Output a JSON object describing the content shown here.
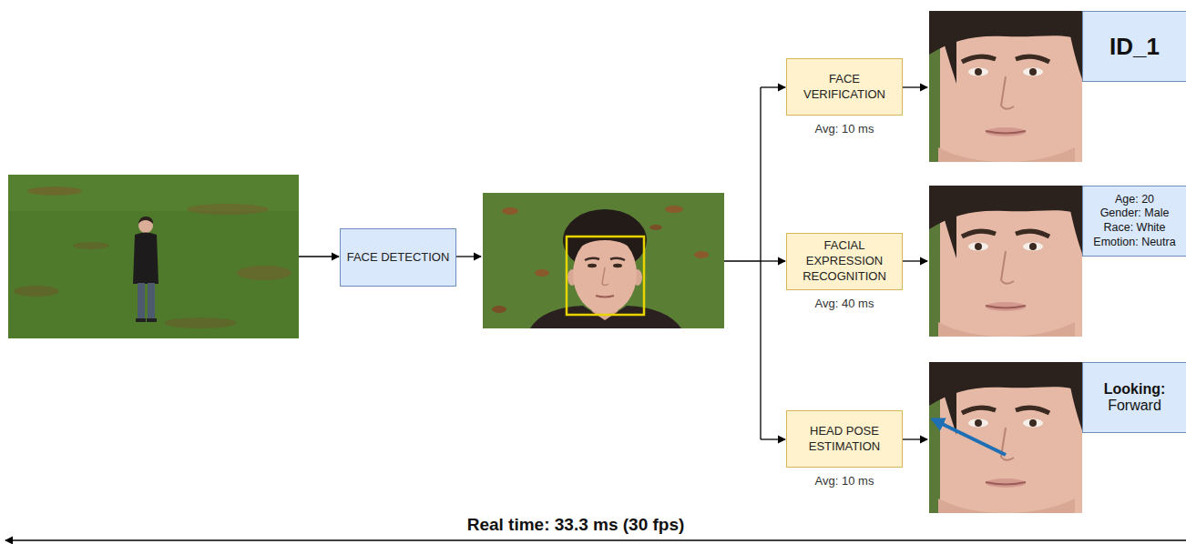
{
  "diagram": {
    "nodes": [
      {
        "text": [
          "FACE DETECTION"
        ]
      },
      {
        "text": [
          "FACE VERIFICATION",
          "Avg: 10 ms"
        ]
      },
      {
        "text": [
          "ID_1"
        ]
      },
      {
        "text": [
          "FACIAL EXPRESSION RECOGNITION",
          "Avg: 40 ms"
        ]
      },
      {
        "text": [
          "Age: 20",
          "Gender: Male",
          "Race: White",
          "Emotion: Neutra"
        ]
      },
      {
        "text": [
          "HEAD POSE ESTIMATION",
          "Avg: 10 ms"
        ]
      },
      {
        "text": [
          "Looking:",
          "Forward"
        ]
      }
    ],
    "labels": [
      "Real time: 33.3 ms (30 fps)"
    ]
  }
}
